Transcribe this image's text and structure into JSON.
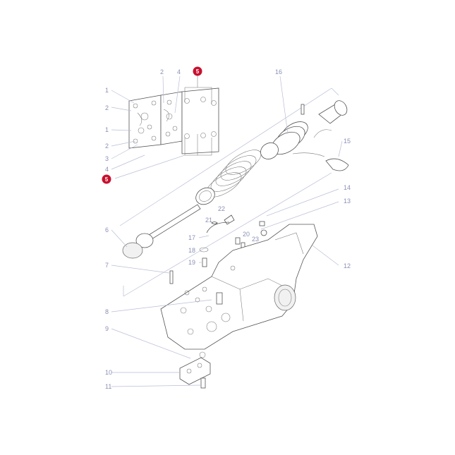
{
  "diagram": {
    "callouts": [
      {
        "id": "c1a",
        "text": "1"
      },
      {
        "id": "c2a",
        "text": "2"
      },
      {
        "id": "c1b",
        "text": "1"
      },
      {
        "id": "c2b",
        "text": "2"
      },
      {
        "id": "c3",
        "text": "3"
      },
      {
        "id": "c4a",
        "text": "4"
      },
      {
        "id": "c2top",
        "text": "2"
      },
      {
        "id": "c4top",
        "text": "4"
      },
      {
        "id": "c16",
        "text": "16"
      },
      {
        "id": "c15",
        "text": "15"
      },
      {
        "id": "c14",
        "text": "14"
      },
      {
        "id": "c13",
        "text": "13"
      },
      {
        "id": "c12",
        "text": "12"
      },
      {
        "id": "c22",
        "text": "22"
      },
      {
        "id": "c21",
        "text": "21"
      },
      {
        "id": "c20",
        "text": "20"
      },
      {
        "id": "c23",
        "text": "23"
      },
      {
        "id": "c17",
        "text": "17"
      },
      {
        "id": "c18",
        "text": "18"
      },
      {
        "id": "c19",
        "text": "19"
      },
      {
        "id": "c6",
        "text": "6"
      },
      {
        "id": "c7",
        "text": "7"
      },
      {
        "id": "c8",
        "text": "8"
      },
      {
        "id": "c9",
        "text": "9"
      },
      {
        "id": "c10",
        "text": "10"
      },
      {
        "id": "c11",
        "text": "11"
      }
    ],
    "highlight_callouts": [
      {
        "id": "h5top",
        "text": "5"
      },
      {
        "id": "h5left",
        "text": "5"
      }
    ],
    "colors": {
      "callout_text": "#8a90b4",
      "leader_line": "#b9bfd6",
      "highlight_badge": "#c8102e",
      "part_outline": "#555555"
    }
  }
}
